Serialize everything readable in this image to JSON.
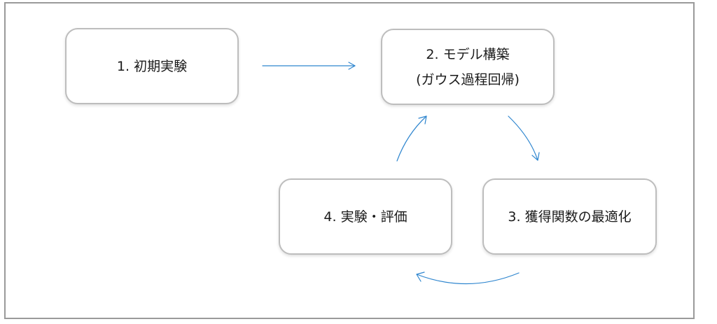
{
  "diagram": {
    "nodes": [
      {
        "id": "n1",
        "lines": [
          "1. 初期実験"
        ]
      },
      {
        "id": "n2",
        "lines": [
          "2. モデル構築",
          "(ガウス過程回帰)"
        ]
      },
      {
        "id": "n3",
        "lines": [
          "3. 獲得関数の最適化"
        ]
      },
      {
        "id": "n4",
        "lines": [
          "4. 実験・評価"
        ]
      }
    ],
    "edges": [
      {
        "from": "n1",
        "to": "n2"
      },
      {
        "from": "n2",
        "to": "n3"
      },
      {
        "from": "n3",
        "to": "n4"
      },
      {
        "from": "n4",
        "to": "n2"
      }
    ],
    "colors": {
      "arrow": "#2f86cf",
      "node_border": "#bdbdbd",
      "frame_border": "#9a9a9a",
      "text": "#1a1a1a"
    }
  }
}
